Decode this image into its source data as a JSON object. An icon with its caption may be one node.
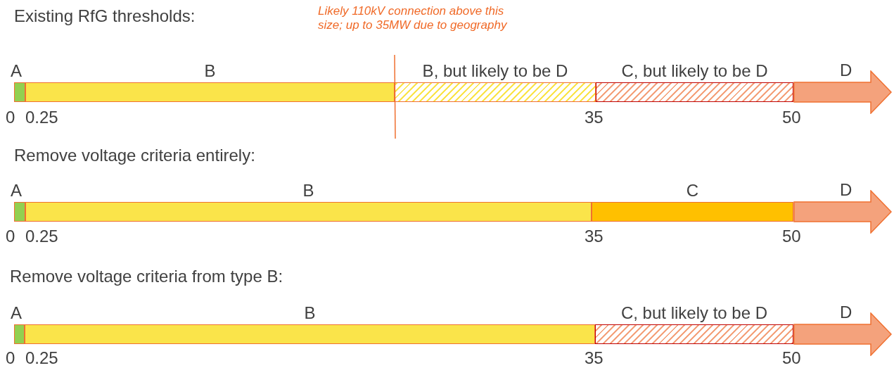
{
  "diagram": {
    "nodes": [
      {
        "text": [
          "A"
        ]
      },
      {
        "text": [
          "B"
        ]
      },
      {
        "text": [
          "B, but likely to be D"
        ]
      },
      {
        "text": [
          "C, but likely to be D"
        ]
      },
      {
        "text": [
          "D"
        ]
      },
      {
        "text": [
          "A"
        ]
      },
      {
        "text": [
          "B"
        ]
      },
      {
        "text": [
          "C"
        ]
      },
      {
        "text": [
          "D"
        ]
      },
      {
        "text": [
          "A"
        ]
      },
      {
        "text": [
          "B"
        ]
      },
      {
        "text": [
          "C, but likely to be D"
        ]
      },
      {
        "text": [
          "D"
        ]
      }
    ],
    "labels": [
      "Existing RfG thresholds:",
      "Likely 110kV connection above this size; up to 35MW due to geography",
      "0",
      "0.25",
      "35",
      "50",
      "Remove voltage criteria entirely:",
      "0",
      "0.25",
      "35",
      "50",
      "Remove voltage criteria from type B:",
      "0",
      "0.25",
      "35",
      "50"
    ]
  }
}
